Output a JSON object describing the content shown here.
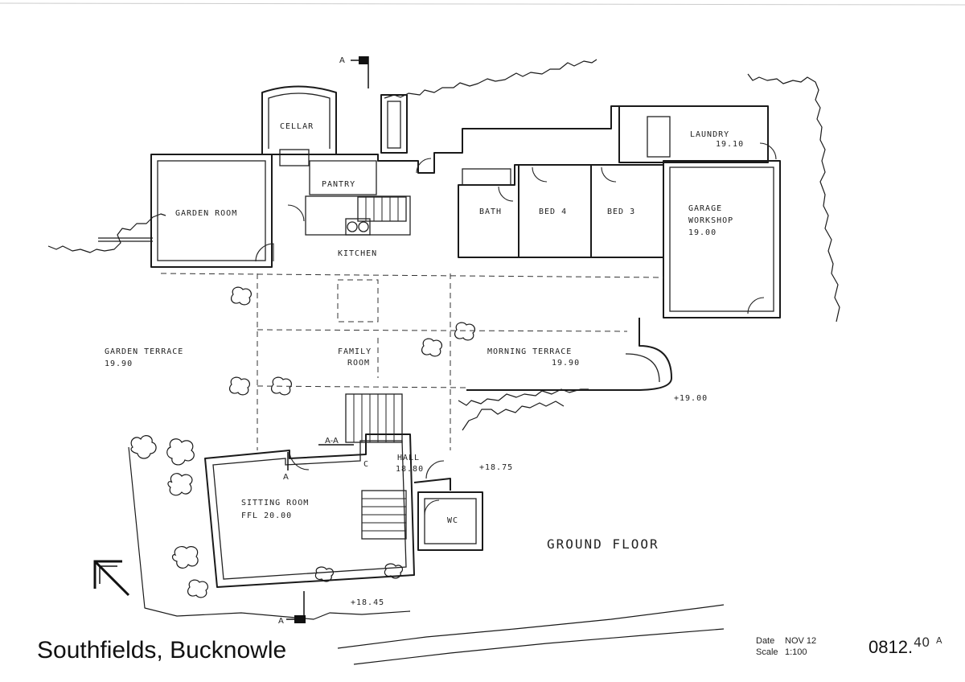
{
  "drawing": {
    "title": "Southfields, Bucknowle",
    "floor": "GROUND FLOOR",
    "date_label": "Date",
    "date_value": "NOV 12",
    "scale_label": "Scale",
    "scale_value": "1:100",
    "drawing_number": "0812.",
    "revision": "40",
    "revision_letter": "A"
  },
  "section_markers": {
    "top": "A",
    "bottom": "A",
    "left_small": "A",
    "inline": "A-A"
  },
  "rooms": {
    "cellar": "CELLAR",
    "pantry": "PANTRY",
    "garden_room": "GARDEN ROOM",
    "kitchen": "KITCHEN",
    "bath": "BATH",
    "bed4": "BED 4",
    "bed3": "BED 3",
    "laundry": "LAUNDRY",
    "laundry_level": "19.10",
    "garage_1": "GARAGE",
    "garage_2": "WORKSHOP",
    "garage_level": "19.00",
    "garden_terrace": "GARDEN TERRACE",
    "garden_terrace_level": "19.90",
    "family_1": "FAMILY",
    "family_2": "ROOM",
    "morning_terrace": "MORNING TERRACE",
    "morning_terrace_level": "19.90",
    "c": "C",
    "hall": "HALL",
    "hall_level": "18.80",
    "sitting_1": "SITTING ROOM",
    "sitting_2": "FFL 20.00",
    "wc": "WC"
  },
  "spot_levels": {
    "east": "+19.00",
    "entrance": "+18.75",
    "south": "+18.45"
  }
}
